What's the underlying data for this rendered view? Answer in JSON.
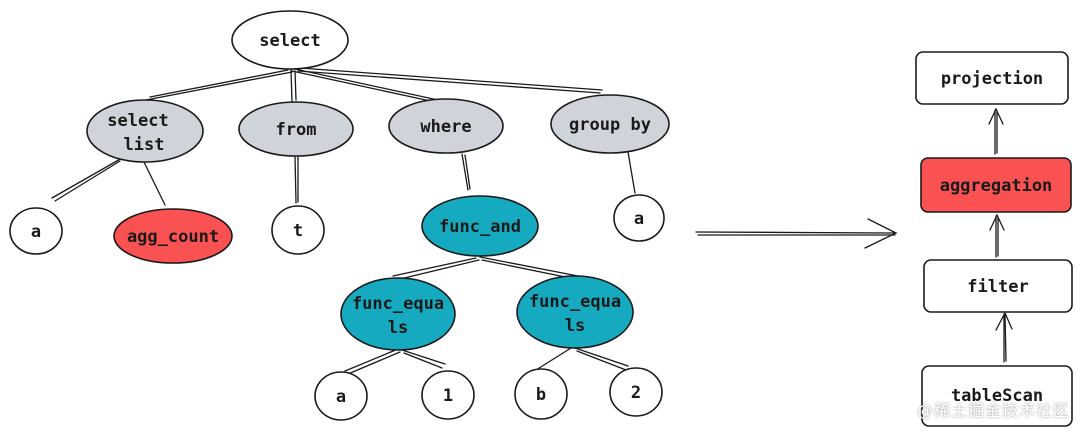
{
  "colors": {
    "gray": "#ced4da",
    "red": "#fa5252",
    "teal": "#15aabf",
    "white": "#ffffff",
    "stroke": "#1a1a1a"
  },
  "tree": {
    "select": "select",
    "select_list": [
      "select",
      "list"
    ],
    "from": "from",
    "where": "where",
    "group_by": "group by",
    "a_col": "a",
    "agg_count": "agg_count",
    "t_table": "t",
    "func_and": "func_and",
    "func_equals_1": [
      "func_equa",
      "ls"
    ],
    "func_equals_2": [
      "func_equa",
      "ls"
    ],
    "group_by_a": "a",
    "eq1_a": "a",
    "eq1_1": "1",
    "eq2_b": "b",
    "eq2_2": "2"
  },
  "plan": {
    "projection": "projection",
    "aggregation": "aggregation",
    "filter": "filter",
    "table_scan": "tableScan"
  },
  "watermark": "@稀土掘金技术社区"
}
